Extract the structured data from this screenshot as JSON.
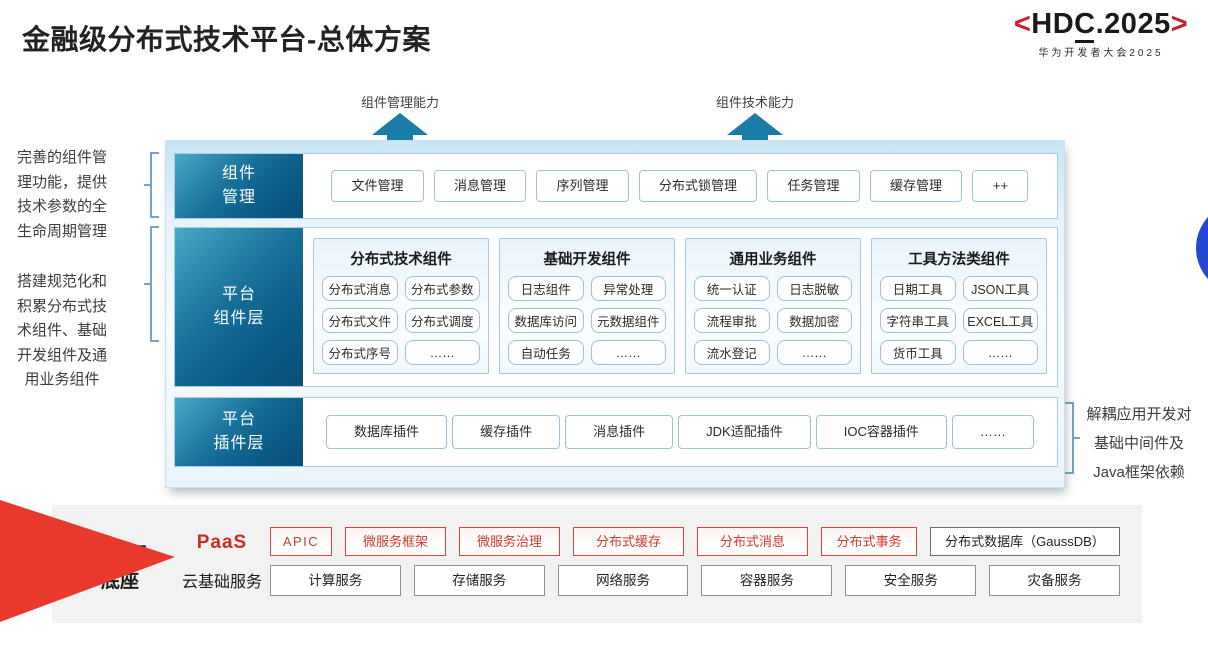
{
  "title": "金融级分布式技术平台-总体方案",
  "logo": {
    "open": "<",
    "hd": "HD",
    "c": "C",
    "rest": ".2025",
    "close": ">",
    "subtitle": "华为开发者大会2025"
  },
  "capability_arrows": [
    {
      "label": "组件管理能力"
    },
    {
      "label": "组件技术能力"
    }
  ],
  "side_notes": {
    "left_top": "完善的组件管理功能，提供技术参数的全生命周期管理",
    "left_bottom": "搭建规范化和积累分布式技术组件、基础开发组件及通用业务组件",
    "right": "解耦应用开发对基础中间件及Java框架依赖"
  },
  "component_mgmt": {
    "label_lines": [
      "组件",
      "管理"
    ],
    "items": [
      "文件管理",
      "消息管理",
      "序列管理",
      "分布式锁管理",
      "任务管理",
      "缓存管理",
      "++"
    ]
  },
  "component_layer": {
    "label_lines": [
      "平台",
      "组件层"
    ],
    "groups": [
      {
        "title": "分布式技术组件",
        "items": [
          "分布式消息",
          "分布式参数",
          "分布式文件",
          "分布式调度",
          "分布式序号",
          "……"
        ]
      },
      {
        "title": "基础开发组件",
        "items": [
          "日志组件",
          "异常处理",
          "数据库访问",
          "元数据组件",
          "自动任务",
          "……"
        ]
      },
      {
        "title": "通用业务组件",
        "items": [
          "统一认证",
          "日志脱敏",
          "流程审批",
          "数据加密",
          "流水登记",
          "……"
        ]
      },
      {
        "title": "工具方法类组件",
        "items": [
          "日期工具",
          "JSON工具",
          "字符串工具",
          "EXCEL工具",
          "货币工具",
          "……"
        ]
      }
    ]
  },
  "plugin_layer": {
    "label_lines": [
      "平台",
      "插件层"
    ],
    "items": [
      "数据库插件",
      "缓存插件",
      "消息插件",
      "JDK适配插件",
      "IOC容器插件",
      "……"
    ]
  },
  "foundation": {
    "label_lines": [
      "华为云",
      "底座"
    ],
    "paas_label": "PaaS",
    "paas_items": [
      "APIC",
      "微服务框架",
      "微服务治理",
      "分布式缓存",
      "分布式消息",
      "分布式事务"
    ],
    "paas_db_item": "分布式数据库（GaussDB）",
    "cloud_label": "云基础服务",
    "cloud_items": [
      "计算服务",
      "存储服务",
      "网络服务",
      "容器服务",
      "安全服务",
      "灾备服务"
    ]
  },
  "colors": {
    "label_blue": "#0b5e8b",
    "arrow_teal": "#1b7ca7",
    "red_accent": "#d0382e",
    "wedge_red": "#e8392c",
    "circle_blue": "#2546d2"
  }
}
